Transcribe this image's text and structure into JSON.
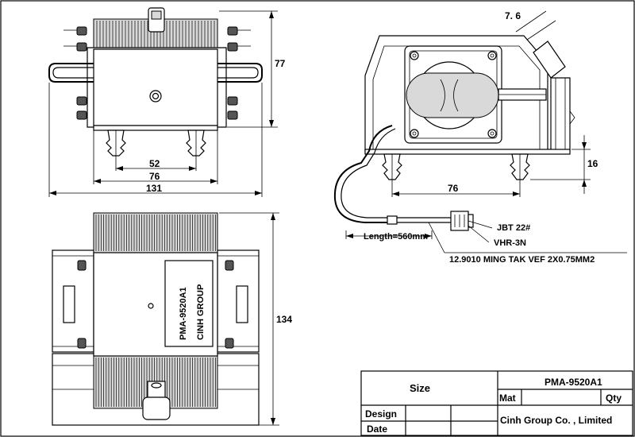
{
  "dimensions": {
    "front_height": "77",
    "front_inner": "52",
    "front_mid": "76",
    "front_total": "131",
    "top_height": "134",
    "side_nozzle": "7. 6",
    "side_foot": "16",
    "side_width": "76"
  },
  "labels": {
    "nameplate_model": "PMA-9520A1",
    "nameplate_brand": "CINH GROUP",
    "cable_length": "Length=560mm",
    "connector_1": "JBT 22#",
    "connector_2": "VHR-3N",
    "wire_spec": "12.9010 MING TAK VEF 2X0.75MM2"
  },
  "title_block": {
    "model": "PMA-9520A1",
    "size_label": "Size",
    "mat_label": "Mat",
    "qty_label": "Qty",
    "design_label": "Design",
    "date_label": "Date",
    "company": "Cinh Group Co. , Limited"
  }
}
